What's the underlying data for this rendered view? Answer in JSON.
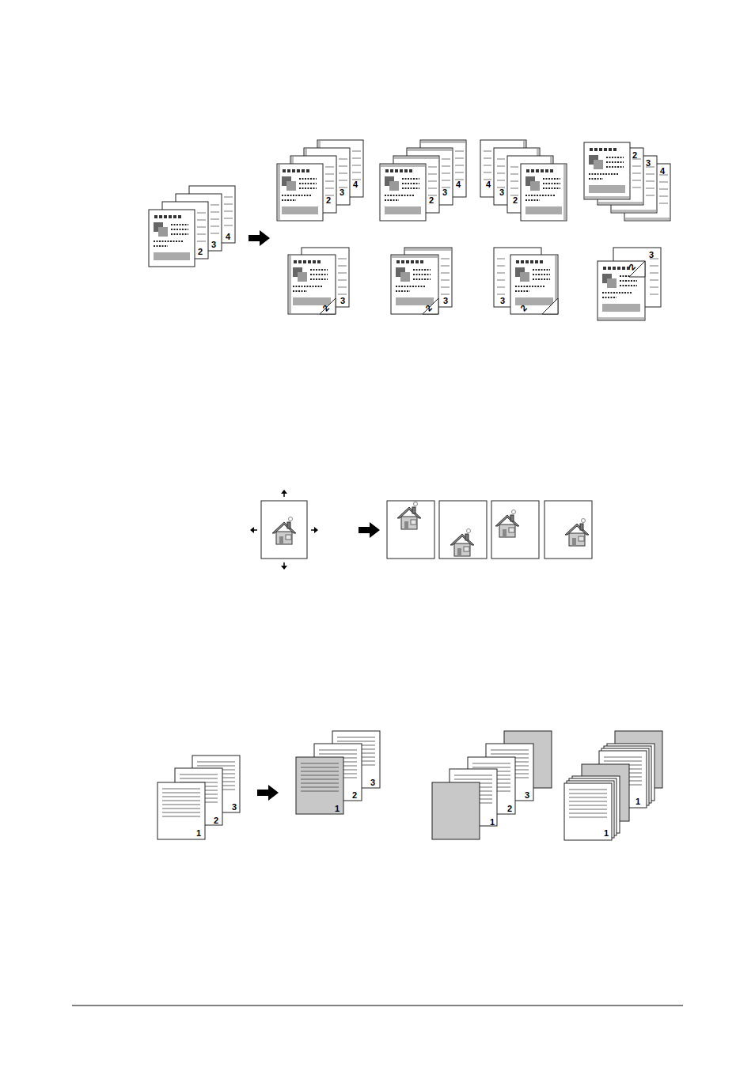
{
  "diagram": {
    "labels": [
      "2",
      "3",
      "4",
      "2",
      "3",
      "4",
      "2",
      "3",
      "4",
      "2",
      "3",
      "4",
      "2",
      "3",
      "4",
      "2",
      "3",
      "2",
      "3",
      "2",
      "3",
      "2",
      "3",
      "1",
      "2",
      "3",
      "1",
      "2",
      "3",
      "1",
      "2",
      "3",
      "1",
      "1"
    ]
  }
}
